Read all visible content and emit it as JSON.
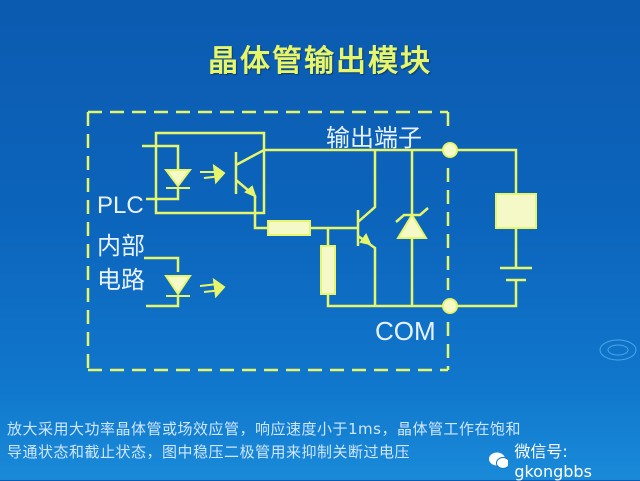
{
  "title": "晶体管输出模块",
  "diagram": {
    "labels": {
      "plc": "PLC",
      "internal": "内部",
      "circuit": "电路",
      "output_terminal": "输出端子",
      "com": "COM"
    },
    "components": [
      "optocoupler-led",
      "phototransistor",
      "indicator-led",
      "base-resistor",
      "pulldown-resistor",
      "output-transistor",
      "zener-diode",
      "load",
      "battery"
    ],
    "colors": {
      "wire": "#e6f56a",
      "background": "#0c64bb",
      "text": "#e8f2ff"
    }
  },
  "caption": {
    "line1": "放大采用大功率晶体管或场效应管，响应速度小于1ms，晶体管工作在饱和",
    "line2": "导通状态和截止状态，图中稳压二极管用来抑制关断过电压"
  },
  "watermark": {
    "icon": "wechat-icon",
    "text": "微信号: gkongbbs"
  }
}
